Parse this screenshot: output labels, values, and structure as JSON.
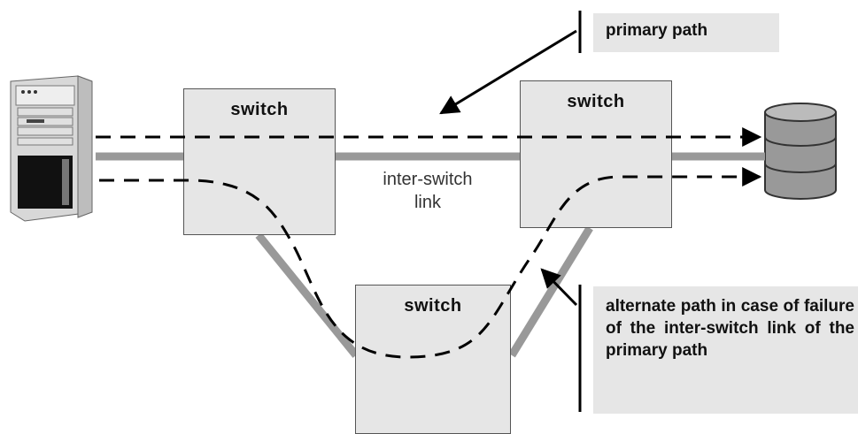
{
  "switches": {
    "left": "switch",
    "right": "switch",
    "bottom": "switch"
  },
  "inter_switch_link": {
    "line1": "inter-switch",
    "line2": "link"
  },
  "callouts": {
    "primary": "primary path",
    "alternate": "alternate path in case of failure of the inter-switch link of the primary path"
  },
  "colors": {
    "link_gray": "#999999",
    "box_fill": "#e6e6e6",
    "dash": "#000000"
  }
}
